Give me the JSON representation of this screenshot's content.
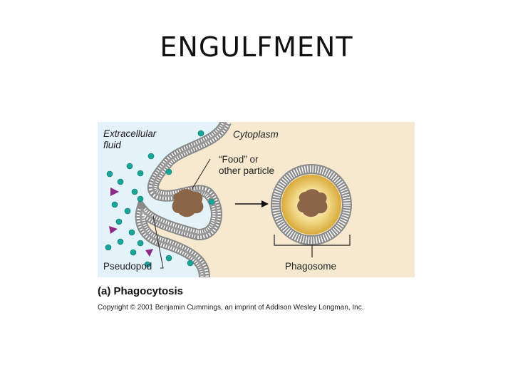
{
  "slide": {
    "title": "ENGULFMENT"
  },
  "figure": {
    "labels": {
      "extracellular_line1": "Extracellular",
      "extracellular_line2": "fluid",
      "cytoplasm": "Cytoplasm",
      "food_line1": "“Food” or",
      "food_line2": "other particle",
      "pseudopod": "Pseudopod",
      "phagosome": "Phagosome"
    },
    "caption": "(a) Phagocytosis",
    "copyright": "Copyright © 2001 Benjamin Cummings, an imprint of Addison Wesley Longman, Inc."
  },
  "colors": {
    "extracellular": "#e4f2fa",
    "cytoplasm": "#f6e9cf",
    "membrane": "#7a7a7a",
    "particle": "#8b6548",
    "dot": "#1aa59a",
    "triangle": "#8a2a82",
    "vesicle_fill": "#e8c86a"
  }
}
